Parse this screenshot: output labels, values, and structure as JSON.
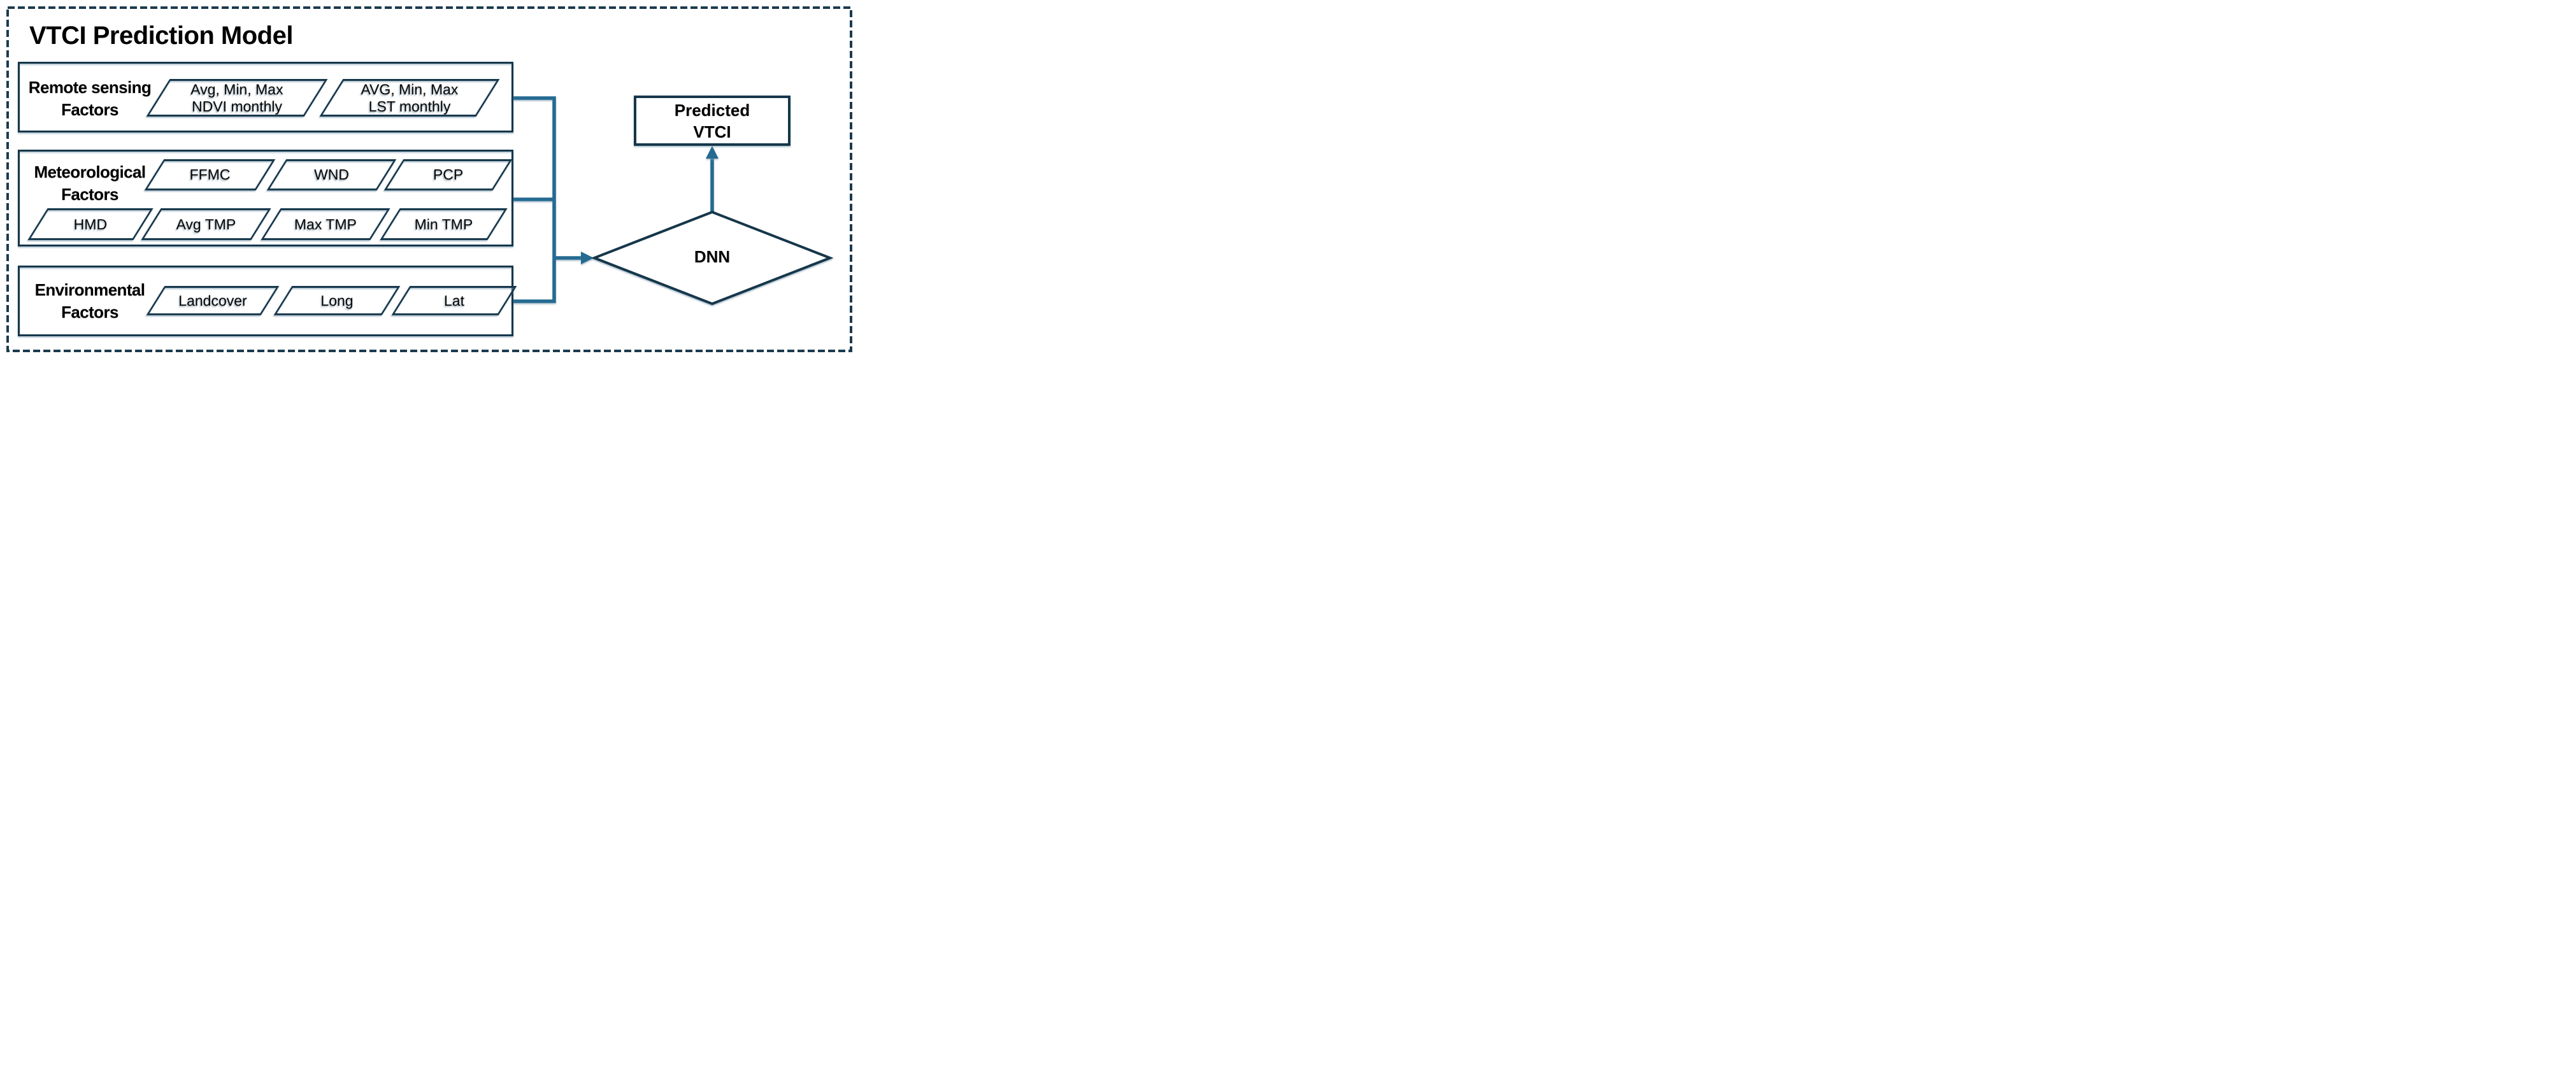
{
  "title": "VTCI Prediction Model",
  "factor_groups": {
    "remote": {
      "label": [
        "Remote sensing",
        "Factors"
      ],
      "items": [
        {
          "line1": "Avg, Min, Max",
          "line2": "NDVI monthly"
        },
        {
          "line1": "AVG, Min, Max",
          "line2": "LST monthly"
        }
      ]
    },
    "meteorological": {
      "label": [
        "Meteorological",
        "Factors"
      ],
      "row1": [
        "FFMC",
        "WND",
        "PCP"
      ],
      "row2": [
        "HMD",
        "Avg TMP",
        "Max TMP",
        "Min TMP"
      ]
    },
    "environmental": {
      "label": [
        "Environmental",
        "Factors"
      ],
      "row1": [
        "Landcover",
        "Long",
        "Lat"
      ]
    }
  },
  "model": {
    "node_label": "DNN",
    "output": [
      "Predicted",
      "VTCI"
    ]
  },
  "colors": {
    "shape_border": "#16374B",
    "connector_teal": "#256B92",
    "dashed_frame": "#1C3A4E",
    "text": "#000000",
    "shadow": "#9FB4C4",
    "background": "#FFFFFF"
  }
}
